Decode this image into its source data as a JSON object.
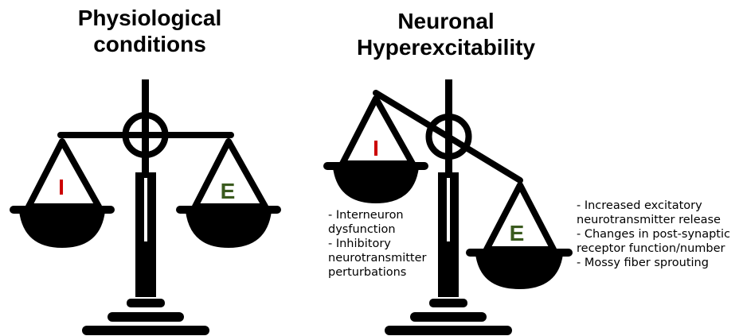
{
  "panels": {
    "left": {
      "title_lines": [
        "Physiological",
        "conditions"
      ],
      "left_pan_letter": "I",
      "right_pan_letter": "E"
    },
    "right": {
      "title_lines": [
        "Neuronal",
        "Hyperexcitability"
      ],
      "left_pan_letter": "I",
      "right_pan_letter": "E",
      "inhibitory_notes": [
        "- Interneuron",
        "dysfunction",
        "- Inhibitory",
        "neurotransmitter",
        "perturbations"
      ],
      "excitatory_notes": [
        "- Increased excitatory",
        "neurotransmitter release",
        "- Changes in post-synaptic",
        "receptor function/number",
        "- Mossy fiber sprouting"
      ]
    }
  },
  "colors": {
    "inhibitory": "#cc0000",
    "excitatory": "#3a5a1e",
    "scale": "#000000"
  }
}
